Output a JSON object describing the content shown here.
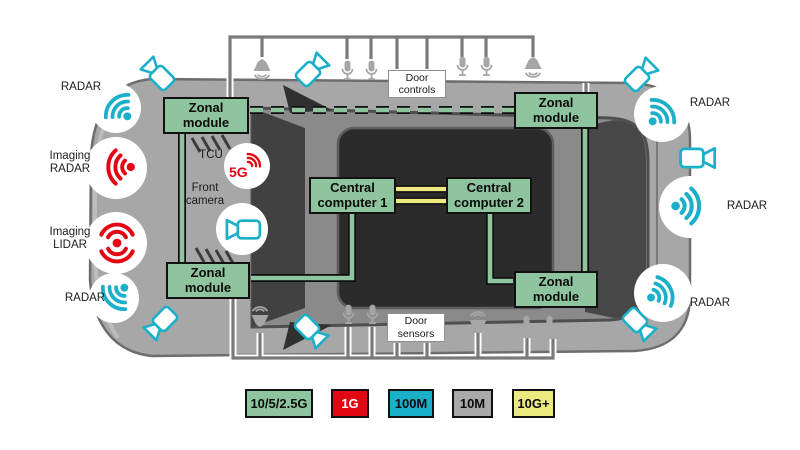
{
  "colors": {
    "green": "#8ec49e",
    "red": "#e30613",
    "cyan": "#1bb0c9",
    "gray": "#a9a9a9",
    "yellow": "#ece97f",
    "icon_gray": "#a6a6a6",
    "line_gray": "#7a7a7a"
  },
  "labels": {
    "zonal_module": "Zonal module",
    "central_computer_1": "Central computer 1",
    "central_computer_2": "Central computer 2",
    "door_controls": "Door controls",
    "door_sensors": "Door sensors",
    "tcu": "TCU",
    "front_camera": "Front camera",
    "five_g": "5G",
    "radar": "RADAR",
    "imaging_radar": "Imaging RADAR",
    "imaging_lidar": "Imaging LIDAR"
  },
  "legend": {
    "items": [
      {
        "label": "10/5/2.5G",
        "color": "#8ec49e"
      },
      {
        "label": "1G",
        "color": "#e30613"
      },
      {
        "label": "100M",
        "color": "#1bb0c9"
      },
      {
        "label": "10M",
        "color": "#a9a9a9"
      },
      {
        "label": "10G+",
        "color": "#ece97f"
      }
    ]
  }
}
